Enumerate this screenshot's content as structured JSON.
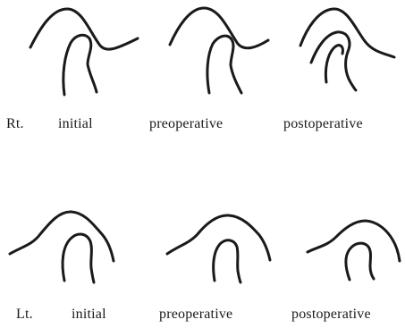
{
  "rows": [
    {
      "side": "Rt.",
      "stages": [
        "initial",
        "preoperative",
        "postoperative"
      ]
    },
    {
      "side": "Lt.",
      "stages": [
        "initial",
        "preoperative",
        "postoperative"
      ]
    }
  ],
  "colors": {
    "stroke": "#1a1a1a",
    "background": "#ffffff"
  }
}
